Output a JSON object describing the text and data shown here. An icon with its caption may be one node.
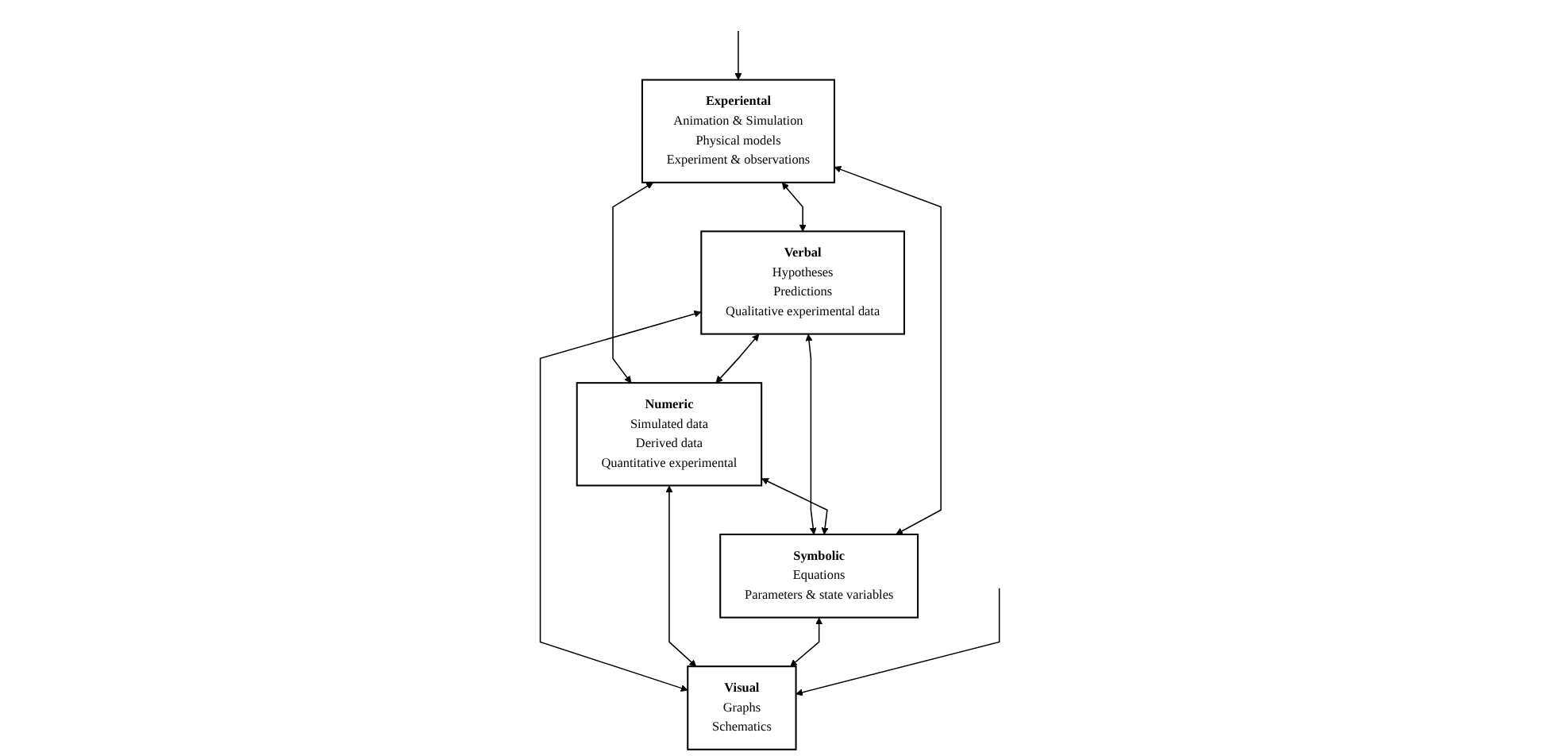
{
  "diagram": {
    "nodes": [
      {
        "text": [
          "Experiental",
          "Animation & Simulation",
          "Physical models",
          "Experiment & observations"
        ]
      },
      {
        "text": [
          "Verbal",
          "Hypotheses",
          "Predictions",
          "Qualitative experimental data"
        ]
      },
      {
        "text": [
          "Numeric",
          "Simulated data",
          "Derived data",
          "Quantitative experimental"
        ]
      },
      {
        "text": [
          "Symbolic",
          "Equations",
          "Parameters & state variables"
        ]
      },
      {
        "text": [
          "Visual",
          "Graphs",
          "Schematics"
        ]
      }
    ],
    "edges": [
      {
        "from": 0,
        "to": 1,
        "arrow": "both"
      },
      {
        "from": 0,
        "to": 2,
        "arrow": "both"
      },
      {
        "from": 1,
        "to": 2,
        "arrow": "both"
      },
      {
        "from": 1,
        "to": 3,
        "arrow": "both"
      },
      {
        "from": 1,
        "to": 4,
        "arrow": "both"
      },
      {
        "from": 2,
        "to": 3,
        "arrow": "both"
      },
      {
        "from": 2,
        "to": 4,
        "arrow": "both"
      },
      {
        "from": 3,
        "to": 4,
        "arrow": "both"
      },
      {
        "from": 3,
        "to": 0,
        "arrow": "both"
      },
      {
        "from": null,
        "to": 0,
        "arrow": "to"
      },
      {
        "from": null,
        "to": 4,
        "arrow": "to"
      }
    ]
  }
}
